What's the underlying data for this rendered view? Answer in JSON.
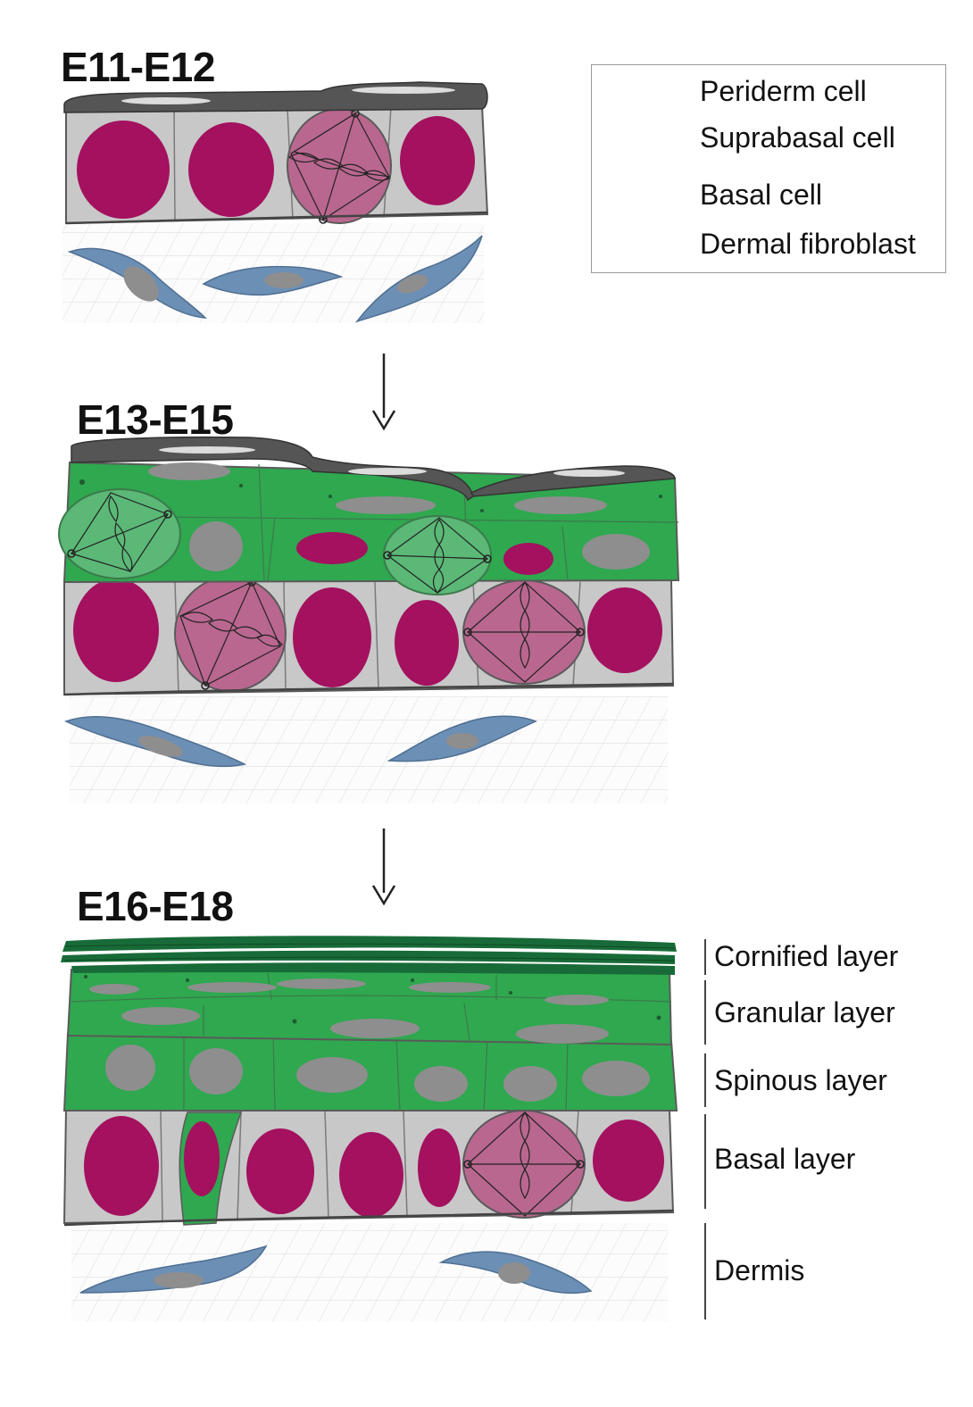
{
  "stages": [
    {
      "id": "s1",
      "title": "E11-E12"
    },
    {
      "id": "s2",
      "title": "E13-E15"
    },
    {
      "id": "s3",
      "title": "E16-E18"
    }
  ],
  "legend": [
    {
      "key": "periderm",
      "label": "Periderm cell",
      "icon": "periderm-cell-icon"
    },
    {
      "key": "suprabasal",
      "label": "Suprabasal cell",
      "icon": "suprabasal-cell-icon"
    },
    {
      "key": "basal",
      "label": "Basal cell",
      "icon": "basal-cell-icon"
    },
    {
      "key": "fibroblast",
      "label": "Dermal fibroblast",
      "icon": "dermal-fibroblast-icon"
    }
  ],
  "layers": [
    {
      "key": "cornified",
      "label": "Cornified layer"
    },
    {
      "key": "granular",
      "label": "Granular layer"
    },
    {
      "key": "spinous",
      "label": "Spinous layer"
    },
    {
      "key": "basal",
      "label": "Basal layer"
    },
    {
      "key": "dermis",
      "label": "Dermis"
    }
  ],
  "colors": {
    "basal_cell": "#c8c8c8",
    "nucleus": "#a3115f",
    "dividing_basal": "#b9678f",
    "suprabasal": "#2fa84f",
    "dividing_suprabasal": "#5bb877",
    "cornified": "#186b38",
    "periderm": "#555555",
    "fibroblast": "#6c8fb5",
    "gray_nucleus": "#8e8e8e",
    "outline": "#5a5a5a"
  }
}
